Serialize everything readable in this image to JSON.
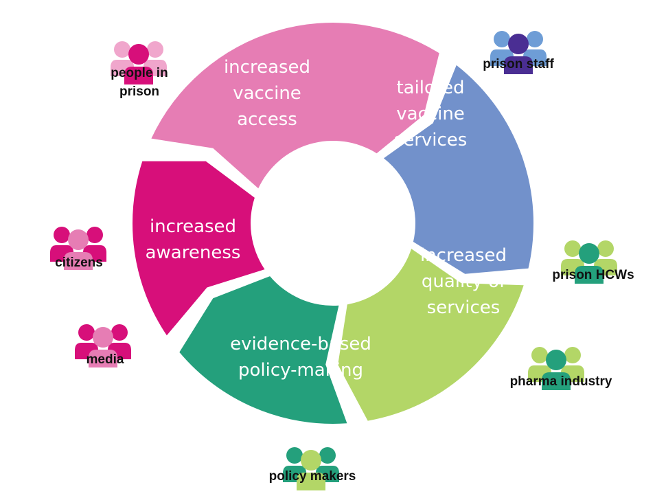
{
  "segments": [
    {
      "id": "access",
      "lines": [
        "increased",
        "vaccine",
        "access"
      ],
      "color": "#E67DB4"
    },
    {
      "id": "tailored",
      "lines": [
        "tailored",
        "vaccine",
        "services"
      ],
      "color": "#7291CB"
    },
    {
      "id": "quality",
      "lines": [
        "increased",
        "quality of",
        "services"
      ],
      "color": "#B3D667"
    },
    {
      "id": "evidence",
      "lines": [
        "evidence-based",
        "policy-making"
      ],
      "color": "#24A07C"
    },
    {
      "id": "awareness",
      "lines": [
        "increased",
        "awareness"
      ],
      "color": "#D70F7A"
    }
  ],
  "stakeholders": [
    {
      "id": "people-in-prison",
      "label_lines": [
        "people in",
        "prison"
      ],
      "side": "#F0A6CC",
      "center": "#D70F7A"
    },
    {
      "id": "prison-staff",
      "label_lines": [
        "prison staff"
      ],
      "side": "#6E9DD6",
      "center": "#4A2E93"
    },
    {
      "id": "citizens",
      "label_lines": [
        "citizens"
      ],
      "side": "#D70F7A",
      "center": "#E67DB4"
    },
    {
      "id": "prison-hcws",
      "label_lines": [
        "prison HCWs"
      ],
      "side": "#B3D667",
      "center": "#24A07C"
    },
    {
      "id": "media",
      "label_lines": [
        "media"
      ],
      "side": "#D70F7A",
      "center": "#E67DB4"
    },
    {
      "id": "pharma-industry",
      "label_lines": [
        "pharma industry"
      ],
      "side": "#B3D667",
      "center": "#24A07C"
    },
    {
      "id": "policy-makers",
      "label_lines": [
        "policy makers"
      ],
      "side": "#24A07C",
      "center": "#B3D667"
    }
  ]
}
